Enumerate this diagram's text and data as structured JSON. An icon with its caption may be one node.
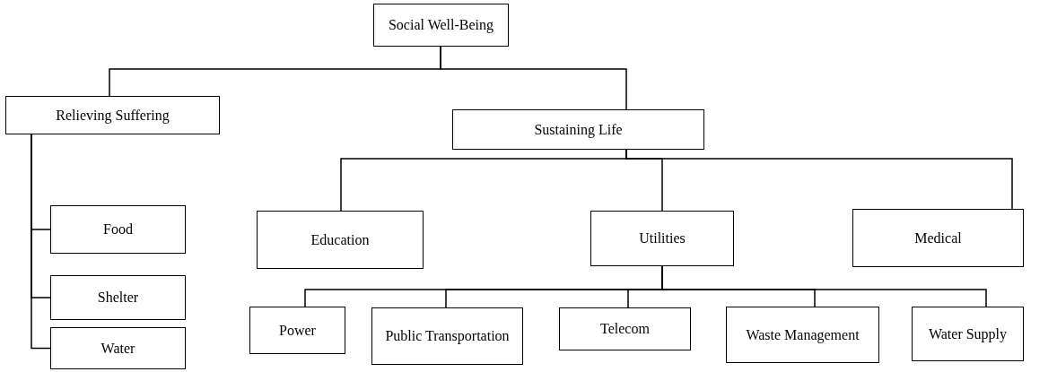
{
  "diagram": {
    "nodes": [
      {
        "text": [
          "Social Well-Being"
        ]
      },
      {
        "text": [
          "Relieving Suffering"
        ]
      },
      {
        "text": [
          "Sustaining Life"
        ]
      },
      {
        "text": [
          "Food"
        ]
      },
      {
        "text": [
          "Shelter"
        ]
      },
      {
        "text": [
          "Water"
        ]
      },
      {
        "text": [
          "Education"
        ]
      },
      {
        "text": [
          "Utilities"
        ]
      },
      {
        "text": [
          "Medical"
        ]
      },
      {
        "text": [
          "Power"
        ]
      },
      {
        "text": [
          "Public Transportation"
        ]
      },
      {
        "text": [
          "Telecom"
        ]
      },
      {
        "text": [
          "Waste Management"
        ]
      },
      {
        "text": [
          "Water Supply"
        ]
      }
    ],
    "edges": [
      {
        "from": 0,
        "to": 1,
        "arrow": "none"
      },
      {
        "from": 0,
        "to": 2,
        "arrow": "none"
      },
      {
        "from": 1,
        "to": 3,
        "arrow": "none"
      },
      {
        "from": 1,
        "to": 4,
        "arrow": "none"
      },
      {
        "from": 1,
        "to": 5,
        "arrow": "none"
      },
      {
        "from": 2,
        "to": 6,
        "arrow": "none"
      },
      {
        "from": 2,
        "to": 7,
        "arrow": "none"
      },
      {
        "from": 2,
        "to": 8,
        "arrow": "none"
      },
      {
        "from": 7,
        "to": 9,
        "arrow": "none"
      },
      {
        "from": 7,
        "to": 10,
        "arrow": "none"
      },
      {
        "from": 7,
        "to": 11,
        "arrow": "none"
      },
      {
        "from": 7,
        "to": 12,
        "arrow": "none"
      },
      {
        "from": 7,
        "to": 13,
        "arrow": "none"
      }
    ]
  }
}
